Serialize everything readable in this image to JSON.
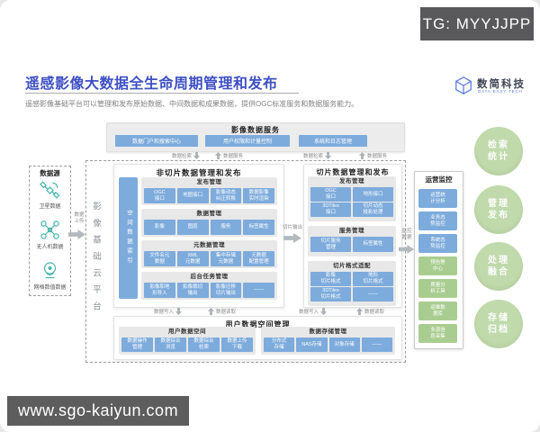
{
  "badge": {
    "label": "TG: MYYJJPP"
  },
  "logo": {
    "name": "数简科技",
    "tagline": "DATA EASY TECH"
  },
  "header": {
    "title": "遥感影像大数据全生命周期管理和发布",
    "subtitle": "遥感影像基础平台可以管理和发布原始数据、中间数据和成果数据，提供OGC标准服务和数据服务能力。"
  },
  "service_bar": {
    "title": "影像数据服务",
    "buttons": [
      "数据门户和搜索中心",
      "用户权限和计量控制",
      "系统和日志管理"
    ]
  },
  "flow_labels": {
    "retrieve": "数据检索",
    "serve": "数据服务",
    "write": "数据写入",
    "read": "数据读取",
    "upload": "数据\n上传",
    "slice_output": "切片输出",
    "monitor": "监控\n数据"
  },
  "datasource": {
    "title": "数据源",
    "items": [
      {
        "icon": "satellite-icon",
        "label": "卫星数据"
      },
      {
        "icon": "drone-icon",
        "label": "无人机数据"
      },
      {
        "icon": "webcam-icon",
        "label": "网格数值数据"
      }
    ]
  },
  "platform_label": "影像基础云平台",
  "nonslice_panel": {
    "title": "非切片数据管理和发布",
    "side_bar": "空间数据索引",
    "groups": [
      {
        "title": "发布管理",
        "chips": [
          "OGC\n接口",
          "地图接口",
          "影像动态\n纠正转换",
          "数据影像\n实时渲染"
        ]
      },
      {
        "title": "数据管理",
        "chips": [
          "影像",
          "图层",
          "服务",
          "标签属性"
        ]
      },
      {
        "title": "元数据管理",
        "chips": [
          "文件名元\n数据",
          "XML\n元数据",
          "集中存储\n元数据",
          "元数据\n配置管理"
        ]
      },
      {
        "title": "后台任务管理",
        "chips": [
          "影像和地\n形导入",
          "影像裁切\n输出",
          "影像迁移\n切片输出",
          "——"
        ]
      }
    ]
  },
  "slice_panel": {
    "title": "切片数据管理和发布",
    "groups": [
      {
        "title": "发布管理",
        "chips": [
          "OGC\n接口",
          "地形接口",
          "3DTiles\n接口",
          "切片动态\n投影处理"
        ]
      },
      {
        "title": "服务管理",
        "chips": [
          "切片服务\n管理",
          "标签属性"
        ]
      },
      {
        "title": "切片格式适配",
        "chips": [
          "影像\n切片格式",
          "地形\n切片格式",
          "3DTiles\n切片格式",
          "——"
        ]
      }
    ]
  },
  "user_panel": {
    "title": "用户数据空间管理",
    "groups": [
      {
        "title": "用户数据空间",
        "chips": [
          "数据操作\n管理",
          "数据综合\n浏览",
          "数据综合\n检索",
          "数据上传\n下载"
        ]
      },
      {
        "title": "数据存储管理",
        "chips": [
          "分布式\n存储",
          "NAS存储",
          "对象存储",
          "——"
        ]
      }
    ]
  },
  "monitor_panel": {
    "title": "运营监控",
    "items": [
      {
        "label": "运营统\n计分析",
        "tone": "blue"
      },
      {
        "label": "业务态\n势监控",
        "tone": "blue"
      },
      {
        "label": "系统态\n势监控",
        "tone": "blue"
      },
      {
        "label": "预告警\n中心",
        "tone": "green"
      },
      {
        "label": "质量分\n析工具",
        "tone": "green"
      },
      {
        "label": "运维数\n据库",
        "tone": "green"
      },
      {
        "label": "多源信\n息采集",
        "tone": "green"
      }
    ]
  },
  "capability_circles": [
    {
      "label": "检索\n统计"
    },
    {
      "label": "管理\n发布"
    },
    {
      "label": "处理\n融合"
    },
    {
      "label": "存储\n归档"
    }
  ],
  "footer": {
    "url": "www.sgo-kaiyun.com"
  },
  "colors": {
    "title_blue": "#3d50c3",
    "chip_blue": "#7dabdc",
    "chip_green": "#a9cd90",
    "circle_green": "#c0daab",
    "badge_gray": "#59595b"
  }
}
